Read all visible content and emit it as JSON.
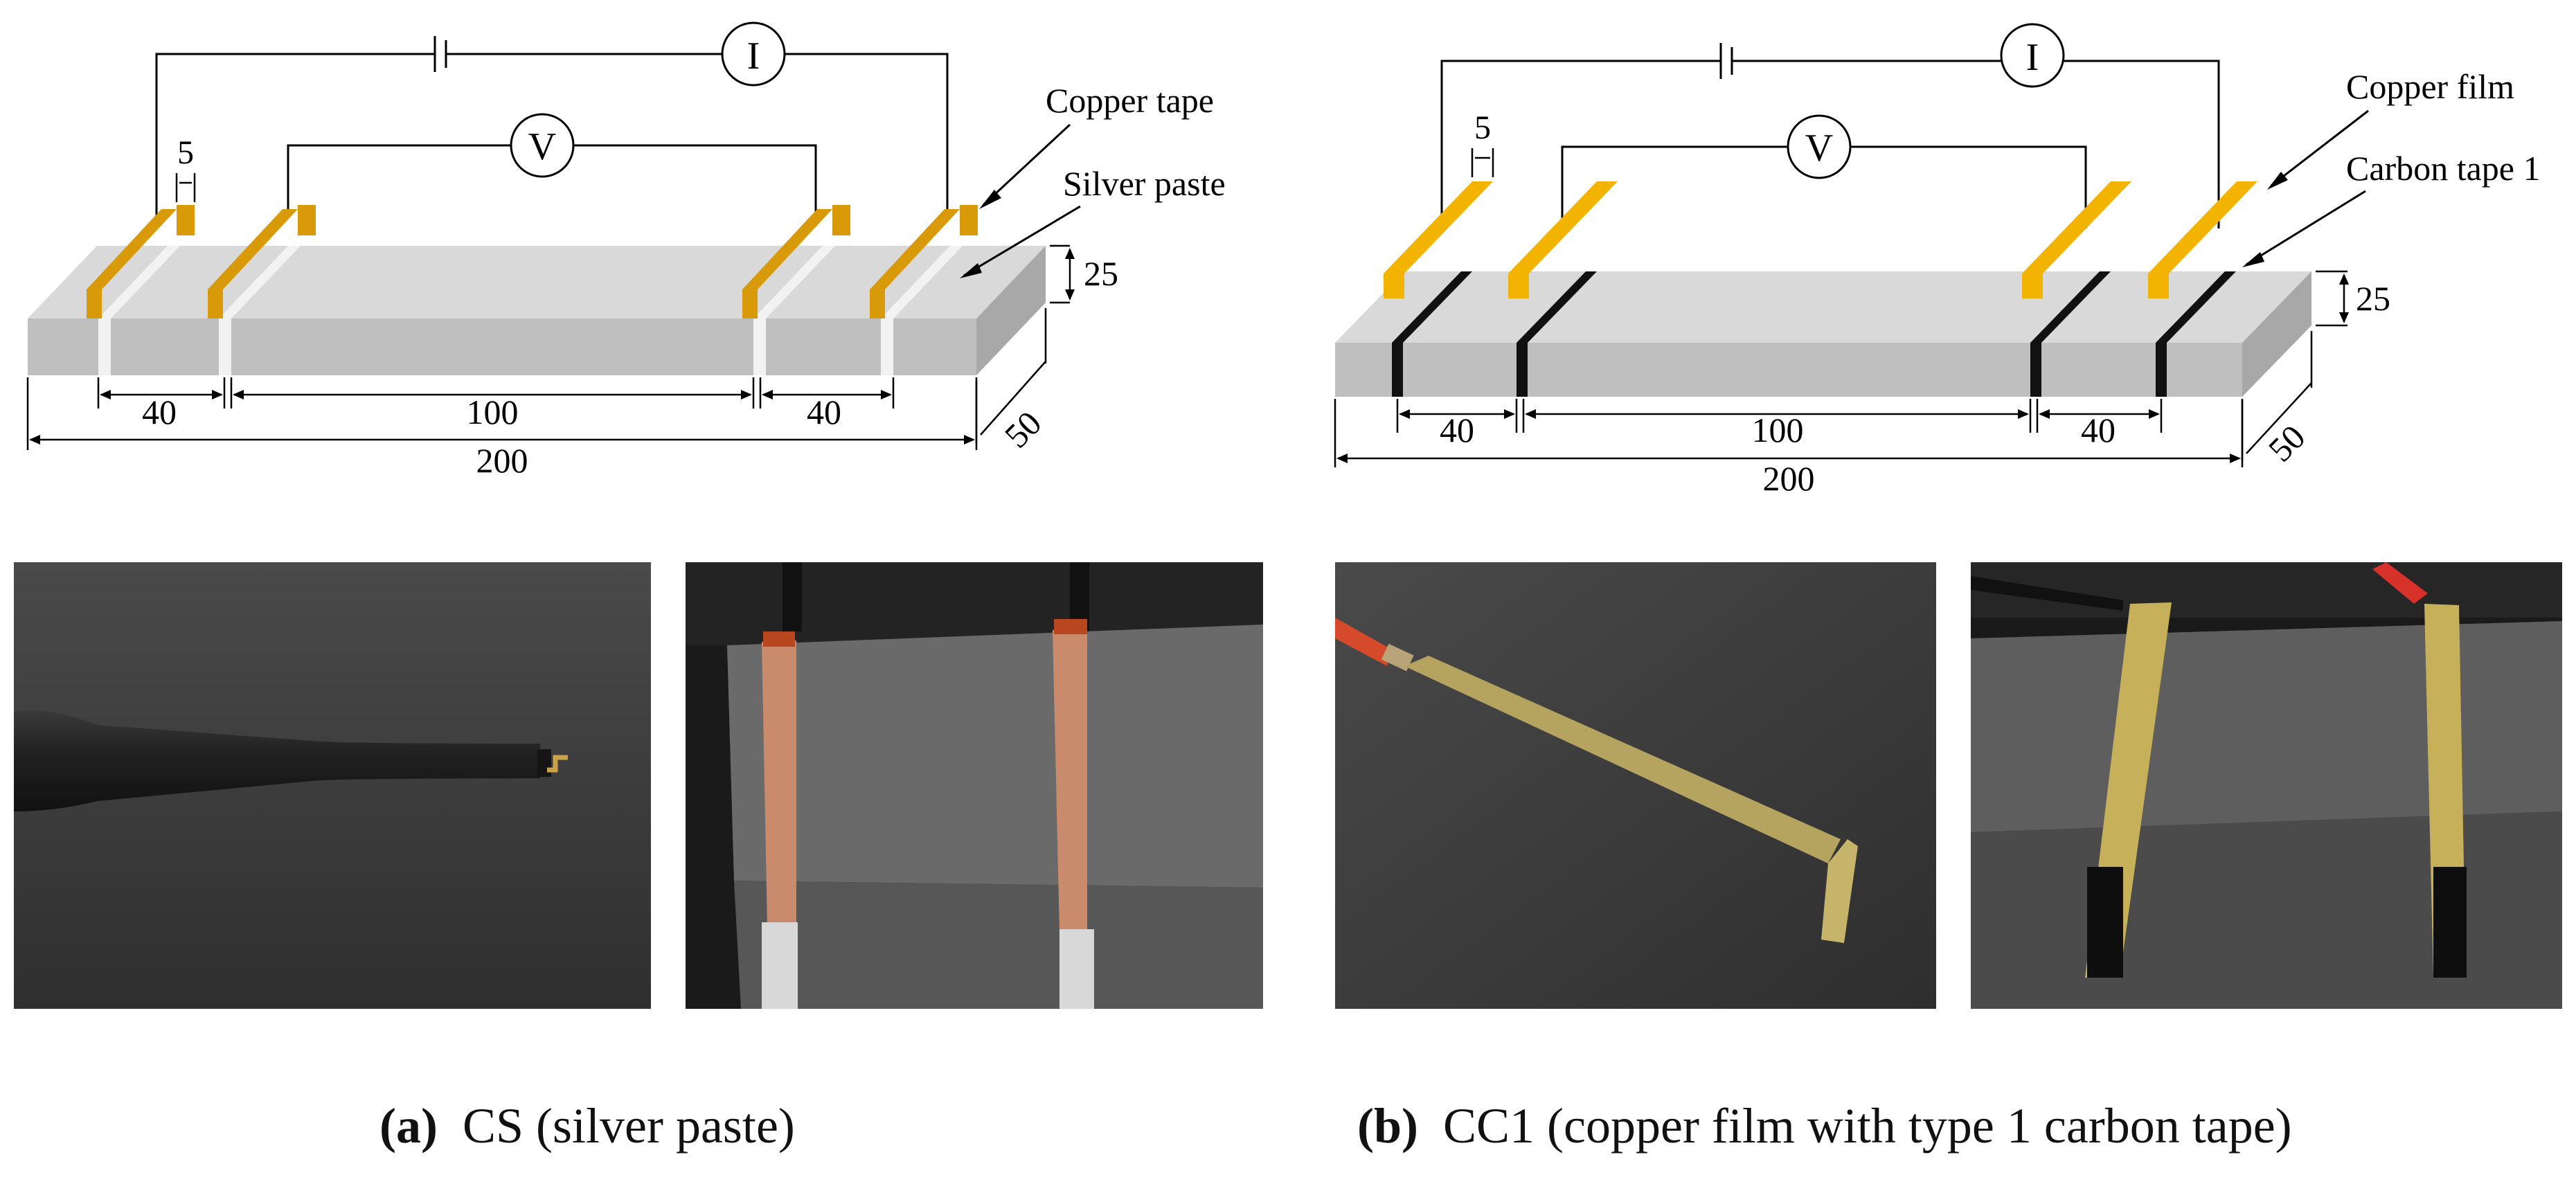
{
  "panels": [
    {
      "caption_label": "(a)",
      "caption_text": "CS (silver paste)",
      "current_symbol": "I",
      "voltage_symbol": "V",
      "electrode_label": "Copper tape",
      "interface_label": "Silver paste",
      "dimensions": {
        "electrode_width": "5",
        "height": "25",
        "depth": "50",
        "outer_spacing_left": "40",
        "inner_spacing": "100",
        "outer_spacing_right": "40",
        "total_length": "200"
      },
      "colors": {
        "electrode": "#d99a0a",
        "interface": "#f2f2f2",
        "specimen_top": "#d9d9d9",
        "specimen_front": "#bfbfbf"
      }
    },
    {
      "caption_label": "(b)",
      "caption_text": "CC1 (copper film with type 1 carbon tape)",
      "current_symbol": "I",
      "voltage_symbol": "V",
      "electrode_label": "Copper film",
      "interface_label": "Carbon tape 1",
      "dimensions": {
        "electrode_width": "5",
        "height": "25",
        "depth": "50",
        "outer_spacing_left": "40",
        "inner_spacing": "100",
        "outer_spacing_right": "40",
        "total_length": "200"
      },
      "colors": {
        "electrode": "#f2b400",
        "interface": "#111111",
        "specimen_top": "#d9d9d9",
        "specimen_front": "#bfbfbf"
      }
    }
  ]
}
